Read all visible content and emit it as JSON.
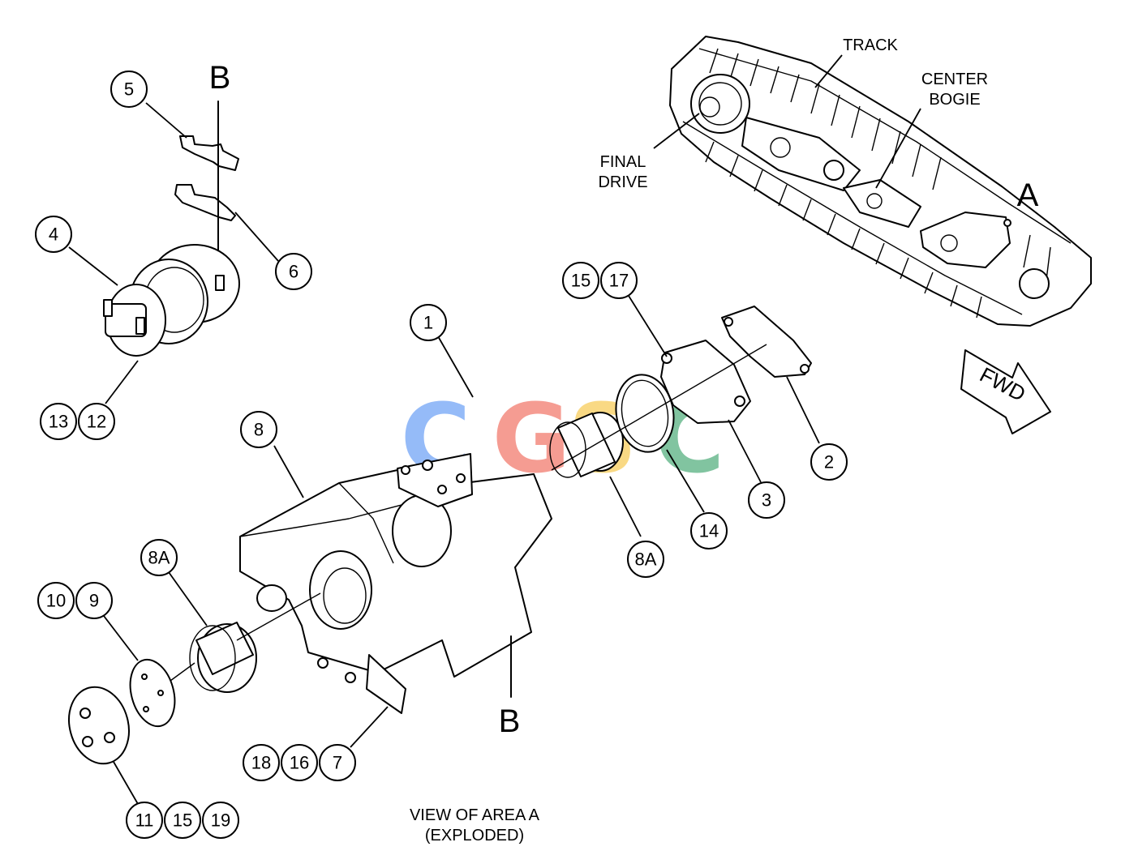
{
  "caption": {
    "line1": "VIEW OF AREA A",
    "line2": "(EXPLODED)"
  },
  "view_labels": {
    "track": "TRACK",
    "center_bogie_1": "CENTER",
    "center_bogie_2": "BOGIE",
    "final_drive_1": "FINAL",
    "final_drive_2": "DRIVE",
    "fwd": "FWD"
  },
  "section_letters": {
    "area": "A",
    "section_top": "B",
    "section_bottom": "B"
  },
  "callouts": [
    "1",
    "2",
    "3",
    "4",
    "5",
    "6",
    "7",
    "8",
    "8A",
    "8A",
    "9",
    "10",
    "11",
    "12",
    "13",
    "14",
    "15",
    "16",
    "17",
    "18",
    "18",
    "19"
  ],
  "watermark": {
    "letters": [
      "C",
      "G",
      "S",
      "C"
    ],
    "colors": [
      "#4f8ef5",
      "#ef5b4b",
      "#f6c134",
      "#2f9e62"
    ]
  },
  "colors": {
    "ink": "#000000",
    "paper": "#ffffff"
  }
}
